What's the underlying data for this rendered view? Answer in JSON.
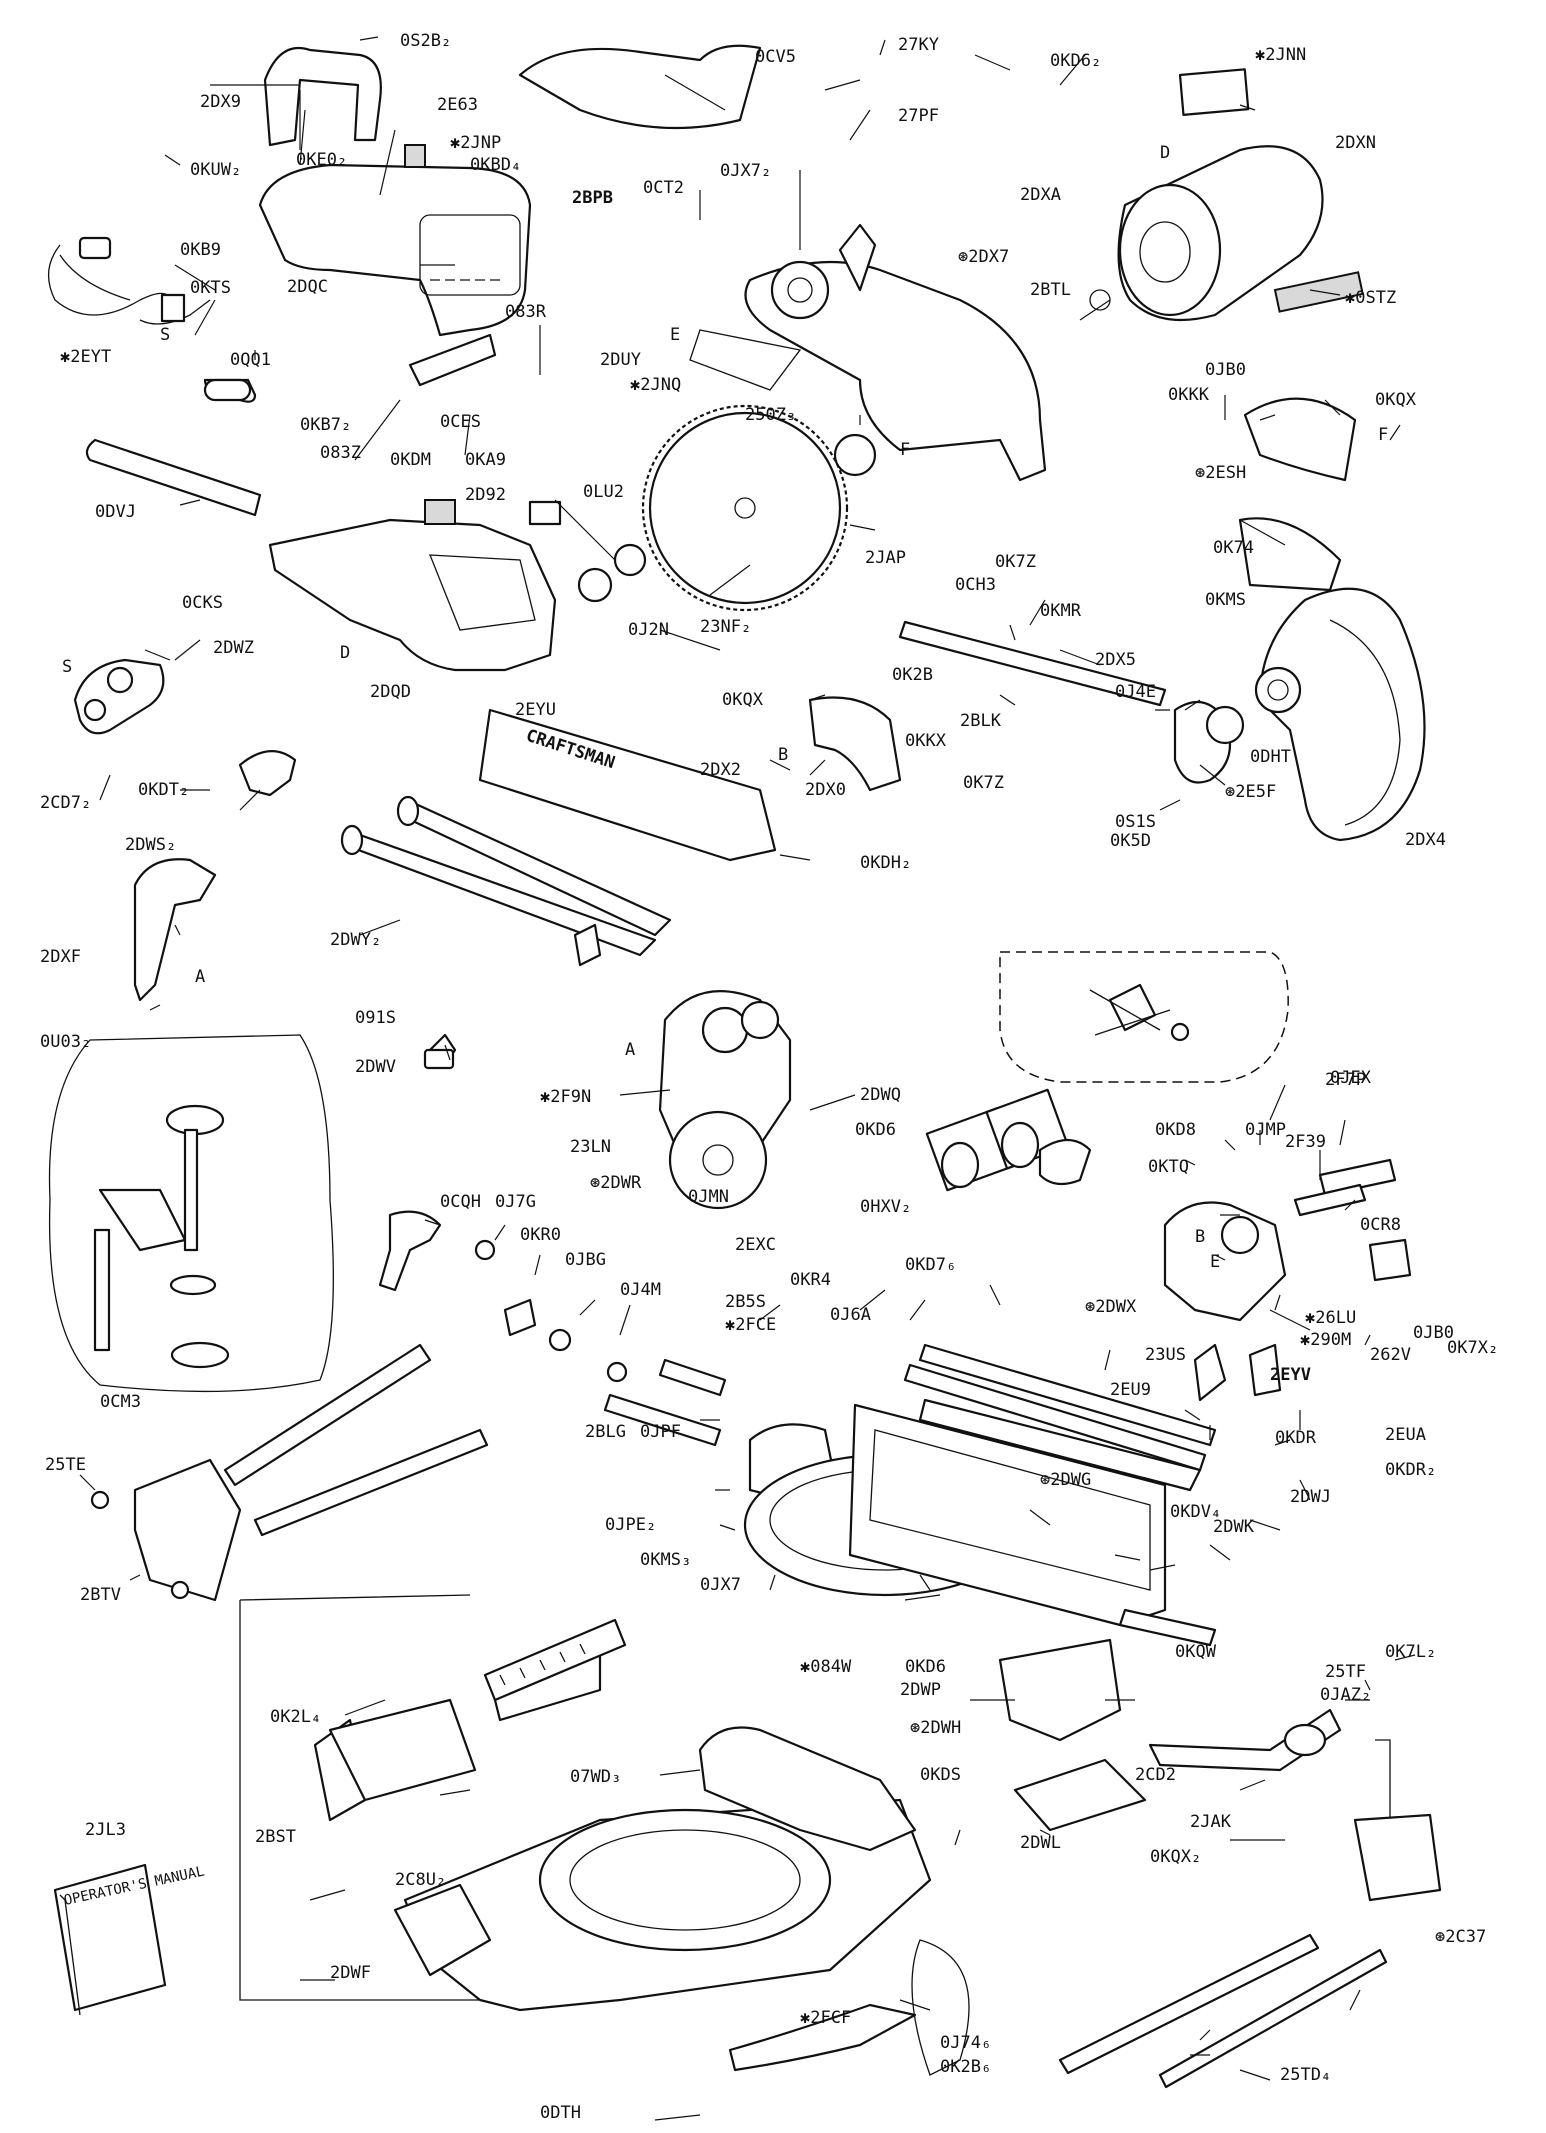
{
  "labels": {
    "OS2B2": "0S2B₂",
    "2DX9": "2DX9",
    "2E63": "2E63",
    "JNP": "✱2JNP",
    "OKE0": "0KE0₂",
    "OKBD": "0KBD₄",
    "OKUW": "0KUW₂",
    "OKB9": "0KB9",
    "OKTS": "0KTS",
    "EYT": "✱2EYT",
    "2DQC": "2DQC",
    "083R": "083R",
    "OCES": "0CES",
    "OQQ1": "0QQ1",
    "DUY": "2DUY",
    "OKB7": "0KB7₂",
    "083Z": "083Z",
    "OKDM": "0KDM",
    "OKA9": "0KA9",
    "2D92": "2D92",
    "OLU2": "0LU2",
    "ODVJ": "0DVJ",
    "OCKS": "0CKS",
    "D1": "D",
    "2DQD": "2DQD",
    "OCV5": "0CV5",
    "27KY": "27KY",
    "27PF": "27PF",
    "OKD6": "0KD6₂",
    "JNN": "✱2JNN",
    "2DXN": "2DXN",
    "D2": "D",
    "OSTZ": "✱0STZ",
    "2DXA": "2DXA",
    "OJX7": "0JX7₂",
    "2BPB": "2BPB",
    "OCT2": "0CT2",
    "DX7": "⊛2DX7",
    "2BTL": "2BTL",
    "E1": "E",
    "JNQ": "✱2JNQ",
    "250Z3": "250Z₃",
    "F1": "F",
    "F2": "F",
    "2JAP": "2JAP",
    "OJ2N": "0J2N",
    "23NF2": "23NF₂",
    "OJB0": "0JB0",
    "OKKK": "0KKK",
    "OKQX": "0KQX",
    "ESH": "⊛2ESH",
    "OK74": "0K74",
    "OCH3": "0CH3",
    "OK7Z": "0K7Z",
    "OKMR": "0KMR",
    "OKMS": "0KMS",
    "2DX5": "2DX5",
    "OJ4E": "0J4E",
    "OKQX2": "0KQX",
    "OK2B": "0K2B",
    "2BLK": "2BLK",
    "OKKX": "0KKX",
    "B1": "B",
    "2DX0": "2DX0",
    "ODHT": "0DHT",
    "OK7Z2": "0K7Z",
    "E5F": "⊛2E5F",
    "OS1S": "0S1S",
    "OK5D": "0K5D",
    "2DX4": "2DX4",
    "S1": "S",
    "2DWZ": "2DWZ",
    "2EYU": "2EYU",
    "2DX2": "2DX2",
    "2CD7": "2CD7₂",
    "OKDT": "0KDT₂",
    "2DWS": "2DWS₂",
    "OKDH": "0KDH₂",
    "2DXF": "2DXF",
    "2DWY": "2DWY₂",
    "A1": "A",
    "OU03": "0U03₂",
    "091S": "091S",
    "2DWV": "2DWV",
    "A2": "A",
    "F9N": "✱2F9N",
    "2DWQ": "2DWQ",
    "23LN": "23LN",
    "DWR": "⊛2DWR",
    "OKD6b": "0KD6",
    "OJMN": "0JMN",
    "OHXV": "0HXV₂",
    "2EXC": "2EXC",
    "2F7P": "2F7P",
    "OKD8": "0KD8",
    "OJMP": "0JMP",
    "2F39": "2F39",
    "OJEX": "0JEX",
    "OKTQ": "0KTQ",
    "OCR8": "0CR8",
    "B2": "B",
    "E2": "E",
    "DWX": "⊛2DWX",
    "26LU": "✱26LU",
    "290M": "✱290M",
    "OCQH": "0CQH",
    "OJ7G": "0J7G",
    "OKR0": "0KR0",
    "OJBG": "0JBG",
    "OJ4M": "0J4M",
    "2B5S": "2B5S",
    "FCE": "✱2FCE",
    "OKR4": "0KR4",
    "OJ6A": "0J6A",
    "OKD7": "0KD7₆",
    "23US": "23US",
    "2EU9": "2EU9",
    "2EYV": "2EYV",
    "262V": "262V",
    "OJB0b": "0JB0",
    "OK7X": "0K7X₂",
    "OKDR": "0KDR",
    "2EUA": "2EUA",
    "OKDR2": "0KDR₂",
    "OCM3": "0CM3",
    "25TE": "25TE",
    "2BLG": "2BLG",
    "OJPF": "0JPF",
    "DWG": "⊛2DWG",
    "OKDV": "0KDV₄",
    "2DWJ": "2DWJ",
    "2DWK": "2DWK",
    "OJPE": "0JPE₂",
    "OKMS3": "0KMS₃",
    "2BTV": "2BTV",
    "OJX7b": "0JX7",
    "084W": "✱084W",
    "OKD6c": "0KD6",
    "2DWP": "2DWP",
    "OKQW": "0KQW",
    "DWH": "⊛2DWH",
    "25TF": "25TF",
    "OK7L": "0K7L₂",
    "OJAZ": "0JAZ₂",
    "OK2L": "0K2L₄",
    "07WD": "07WD₃",
    "OKDS": "0KDS",
    "2CD2": "2CD2",
    "2JAK": "2JAK",
    "2JL3": "2JL3",
    "2BST": "2BST",
    "2C8U": "2C8U₂",
    "2DWL": "2DWL",
    "OKQX3": "0KQX₂",
    "2DWF": "2DWF",
    "C37": "⊛2C37",
    "FCF": "✱2FCF",
    "OJ74": "0J74₆",
    "OK2B6": "0K2B₆",
    "ODTH": "0DTH",
    "25TD": "25TD₄",
    "S2": "S"
  },
  "decor": {
    "rail_brand": "CRAFTSMAN",
    "manual_text": "OPERATOR'S MANUAL"
  }
}
